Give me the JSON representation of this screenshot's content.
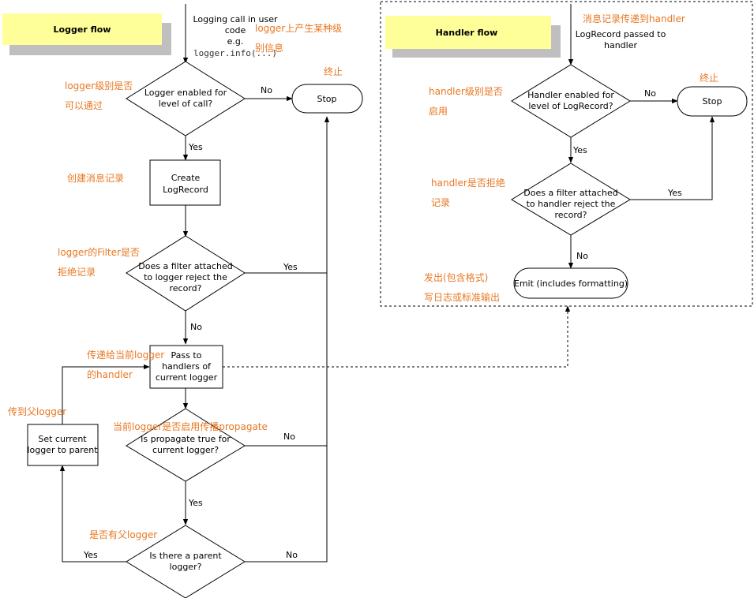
{
  "titles": {
    "logger_flow": "Logger flow",
    "handler_flow": "Handler flow"
  },
  "colors": {
    "title_fill": "#ffff99",
    "title_shadow": "#bfbfbf",
    "annotation": "#e87722"
  },
  "logger": {
    "call_text": [
      "Logging call in user",
      "code",
      "e.g."
    ],
    "call_code": "logger.info(...)",
    "enabled_q": [
      "Logger enabled for",
      "level of call?"
    ],
    "stop": "Stop",
    "create": [
      "Create",
      "LogRecord"
    ],
    "filter_q": [
      "Does a filter attached",
      "to logger reject the",
      "record?"
    ],
    "pass": [
      "Pass to",
      "handlers of",
      "current logger"
    ],
    "propagate_q": [
      "Is propagate true for",
      "current logger?"
    ],
    "parent_q": [
      "Is there a parent",
      "logger?"
    ],
    "set_parent": [
      "Set current",
      "logger to parent"
    ]
  },
  "handler": {
    "passed": [
      "LogRecord passed to",
      "handler"
    ],
    "enabled_q": [
      "Handler enabled for",
      "level of LogRecord?"
    ],
    "stop": "Stop",
    "filter_q": [
      "Does a filter attached",
      "to handler reject the",
      "record?"
    ],
    "emit": "Emit (includes formatting)"
  },
  "edge_labels": {
    "yes": "Yes",
    "no": "No"
  },
  "annotations": {
    "logger_level_info": [
      "logger上产生某种级",
      "别信息"
    ],
    "stop": "终止",
    "logger_level_pass": [
      "logger级别是否",
      "可以通过"
    ],
    "create_record": "创建消息记录",
    "logger_filter": [
      "logger的Filter是否",
      "拒绝记录"
    ],
    "pass_handler": [
      "传递给当前logger",
      "的handler"
    ],
    "to_parent": "传到父logger",
    "propagate": "当前logger是否启用传播propagate",
    "has_parent": "是否有父logger",
    "msg_to_handler": "消息记录传递到handler",
    "handler_stop": "终止",
    "handler_level": [
      "handler级别是否",
      "启用"
    ],
    "handler_filter": [
      "handler是否拒绝",
      "记录"
    ],
    "emit": [
      "发出(包含格式)",
      "写日志或标准输出"
    ]
  }
}
